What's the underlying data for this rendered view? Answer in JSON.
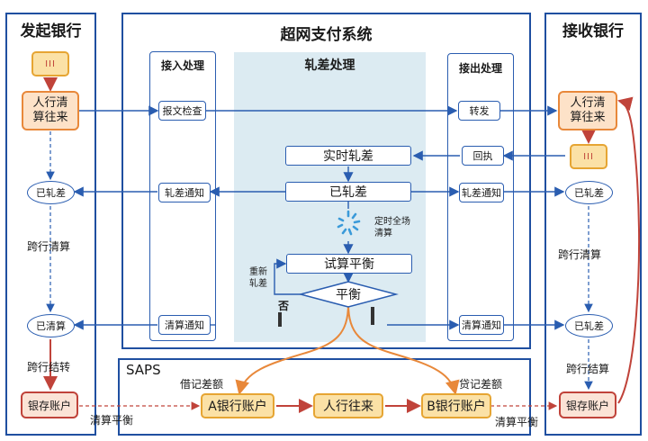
{
  "left_panel": {
    "title": "发起银行",
    "node_top": "人行清算往来",
    "oval_1": "已轧差",
    "mid_label": "跨行清算",
    "oval_2": "已清算",
    "bottom_label": "跨行结转",
    "account": "银存账户"
  },
  "center_panel": {
    "title": "超网支付系统",
    "access": {
      "title": "接入处理",
      "msg_check": "报文检查",
      "net_notice": "轧差通知",
      "clear_notice": "清算通知"
    },
    "netting": {
      "title": "轧差处理",
      "realtime": "实时轧差",
      "netted": "已轧差",
      "scheduled": "定时全场清算",
      "trial": "试算平衡",
      "balance": "平衡",
      "renet": "重新轧差",
      "no_mark": "否"
    },
    "output": {
      "title": "接出处理",
      "forward": "转发",
      "receipt": "回执",
      "net_notice": "轧差通知",
      "clear_notice": "清算通知"
    }
  },
  "right_panel": {
    "title": "接收银行",
    "node_top": "人行清算往来",
    "oval_1": "已轧差",
    "mid_label": "跨行清算",
    "oval_2": "已轧差",
    "bottom_label": "跨行结算",
    "account": "银存账户"
  },
  "saps": {
    "title": "SAPS",
    "debit": "借记差额",
    "credit": "贷记差额",
    "bank_a": "A银行账户",
    "pboc": "人行往来",
    "bank_b": "B银行账户",
    "settle_left": "清算平衡",
    "settle_right": "清算平衡"
  },
  "colors": {
    "panel_border": "#1f4fa0",
    "center_bg": "#dcebf2",
    "orange": "#e8883a",
    "red": "#c0433a",
    "yellow": "#e6a533"
  },
  "icons": [
    "card-icon",
    "loading-spinner-icon"
  ]
}
